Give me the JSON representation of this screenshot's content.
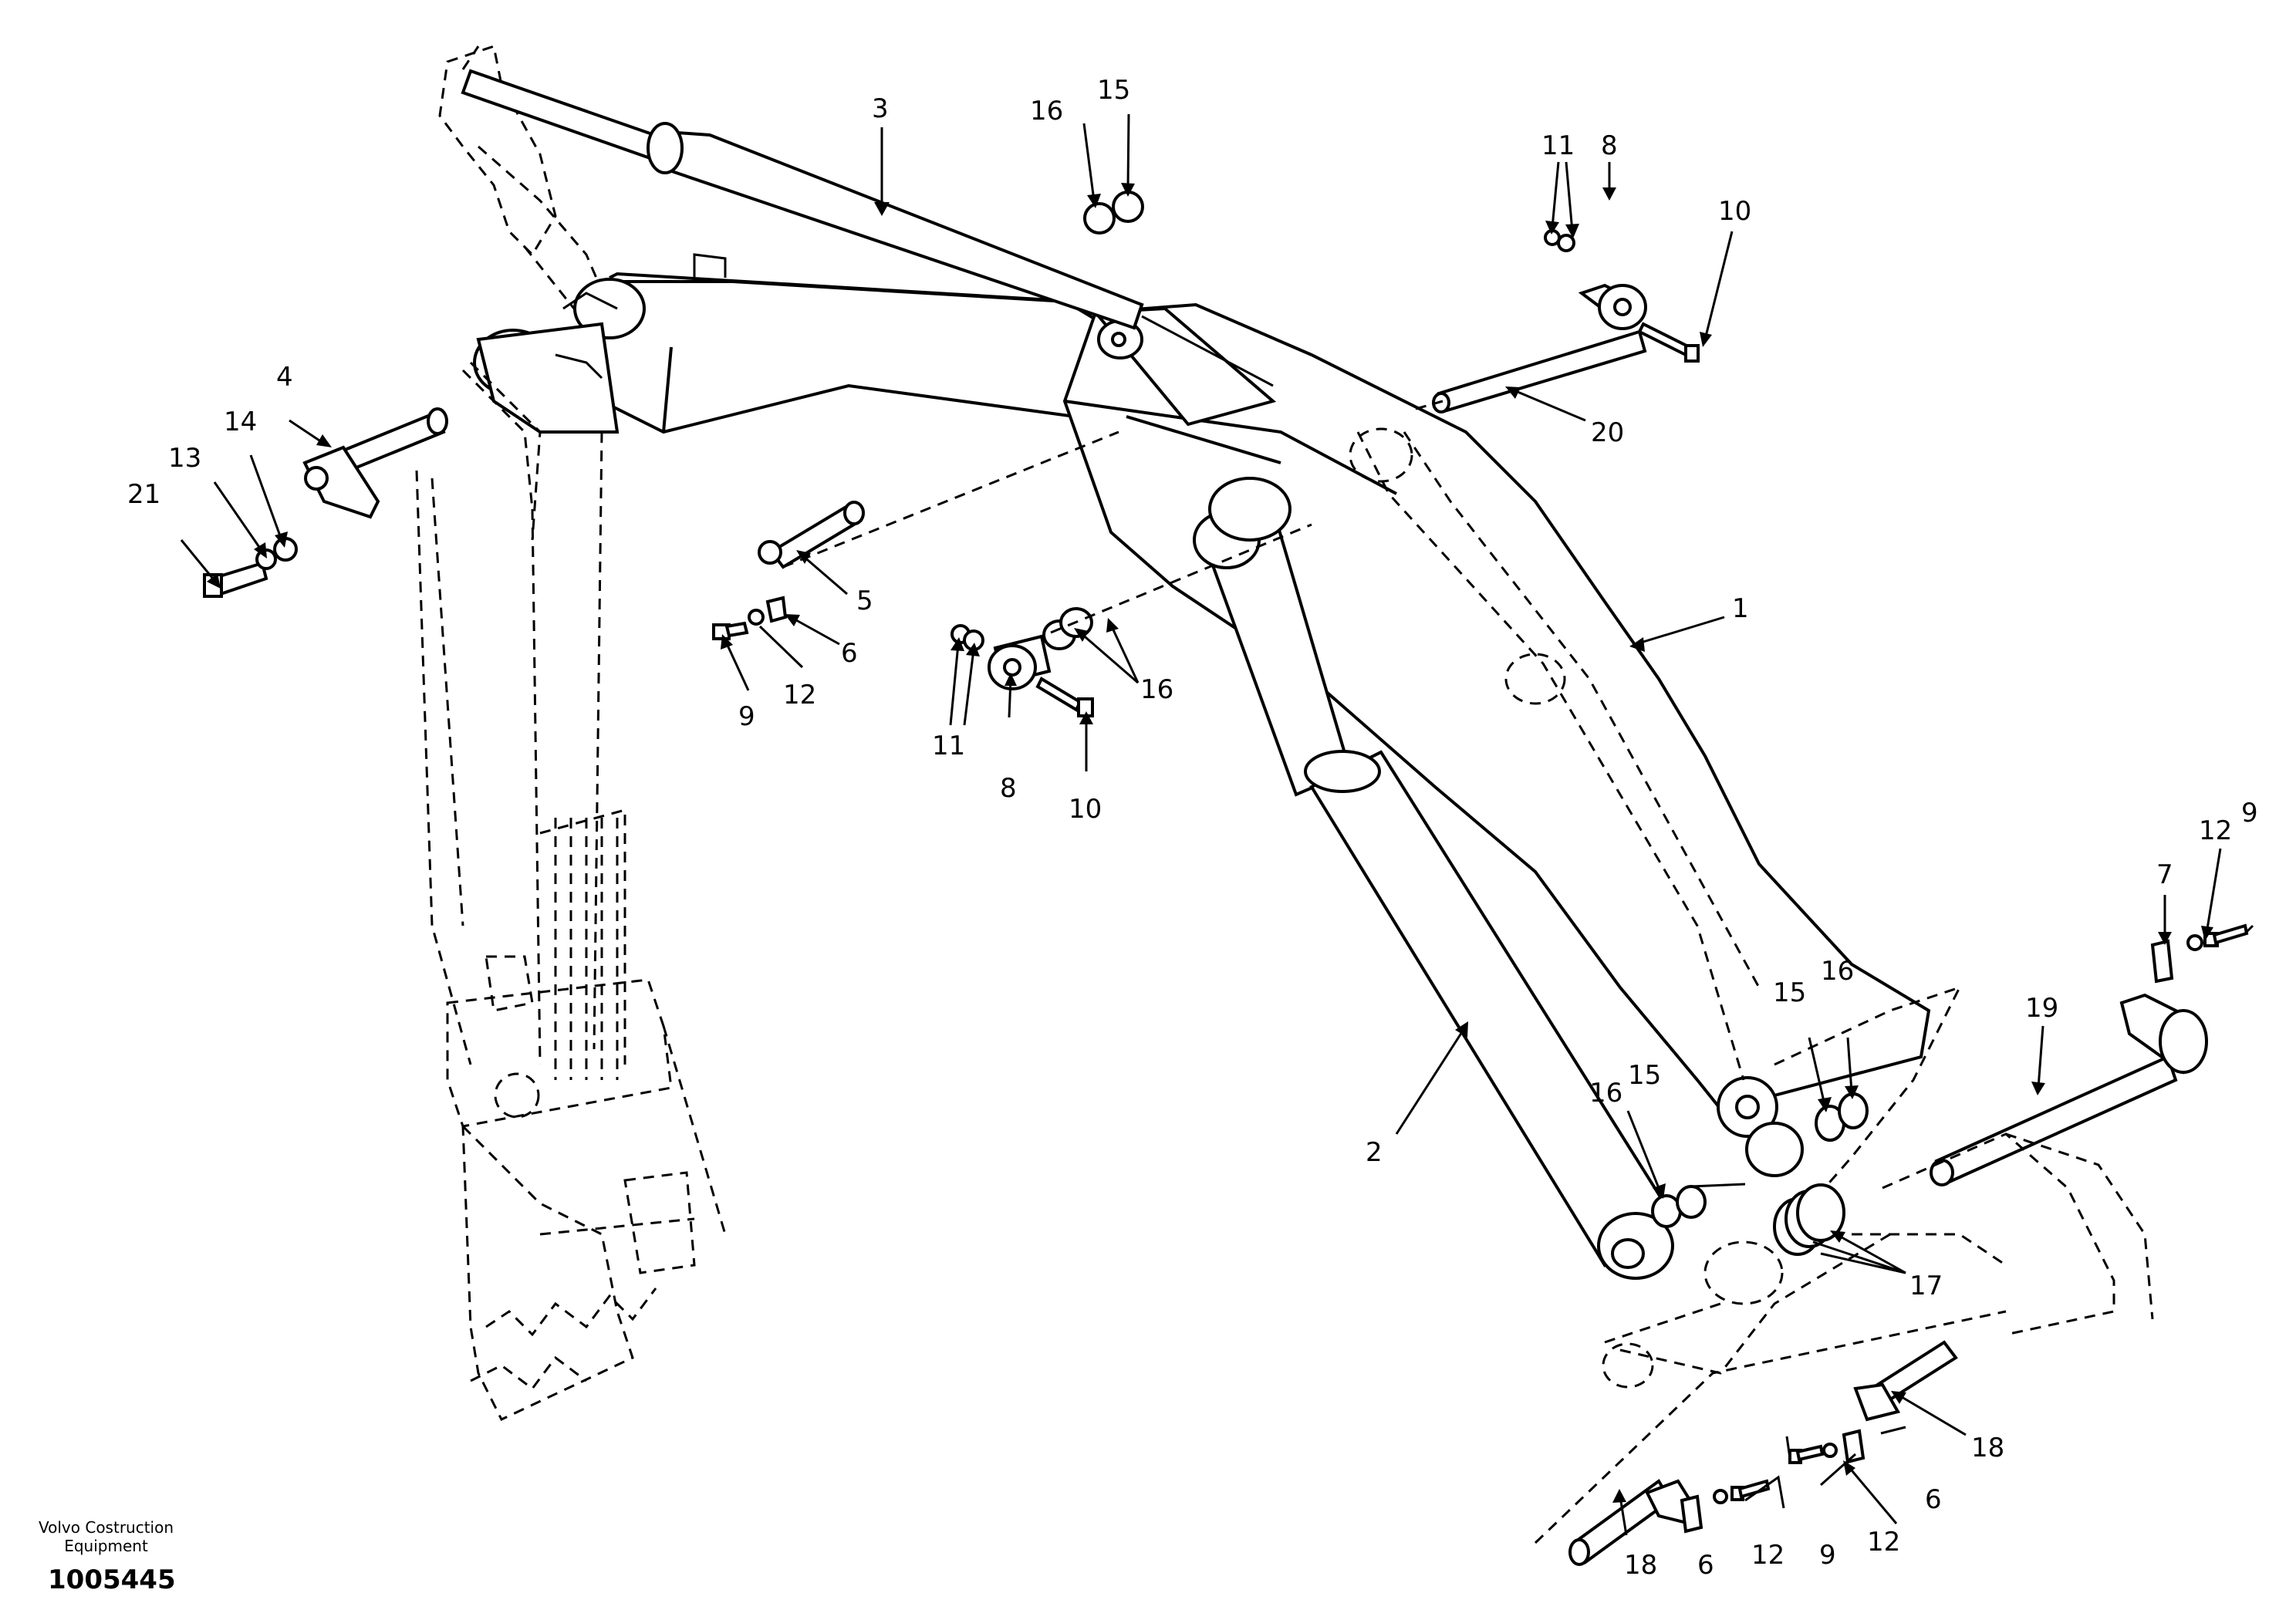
{
  "labels": [
    {
      "id": "1",
      "text": "1"
    },
    {
      "id": "2",
      "text": "2"
    },
    {
      "id": "3",
      "text": "3"
    },
    {
      "id": "4",
      "text": "4"
    },
    {
      "id": "5",
      "text": "5"
    },
    {
      "id": "6a",
      "text": "6"
    },
    {
      "id": "6b",
      "text": "6"
    },
    {
      "id": "6c",
      "text": "6"
    },
    {
      "id": "7",
      "text": "7"
    },
    {
      "id": "8a",
      "text": "8"
    },
    {
      "id": "8b",
      "text": "8"
    },
    {
      "id": "9a",
      "text": "9"
    },
    {
      "id": "9b",
      "text": "9"
    },
    {
      "id": "9c",
      "text": "9"
    },
    {
      "id": "10a",
      "text": "10"
    },
    {
      "id": "10b",
      "text": "10"
    },
    {
      "id": "11a",
      "text": "11"
    },
    {
      "id": "11b",
      "text": "11"
    },
    {
      "id": "12a",
      "text": "12"
    },
    {
      "id": "12b",
      "text": "12"
    },
    {
      "id": "12c",
      "text": "12"
    },
    {
      "id": "12d",
      "text": "12"
    },
    {
      "id": "13",
      "text": "13"
    },
    {
      "id": "14",
      "text": "14"
    },
    {
      "id": "15a",
      "text": "15"
    },
    {
      "id": "15b",
      "text": "15"
    },
    {
      "id": "15c",
      "text": "15"
    },
    {
      "id": "16a",
      "text": "16"
    },
    {
      "id": "16b",
      "text": "16"
    },
    {
      "id": "16c",
      "text": "16"
    },
    {
      "id": "16d",
      "text": "16"
    },
    {
      "id": "17",
      "text": "17"
    },
    {
      "id": "18a",
      "text": "18"
    },
    {
      "id": "18b",
      "text": "18"
    },
    {
      "id": "19",
      "text": "19"
    },
    {
      "id": "20",
      "text": "20"
    },
    {
      "id": "21",
      "text": "21"
    }
  ],
  "footer": {
    "maker_line1": "Volvo Costruction",
    "maker_line2": "Equipment",
    "doc_number": "1005445"
  }
}
